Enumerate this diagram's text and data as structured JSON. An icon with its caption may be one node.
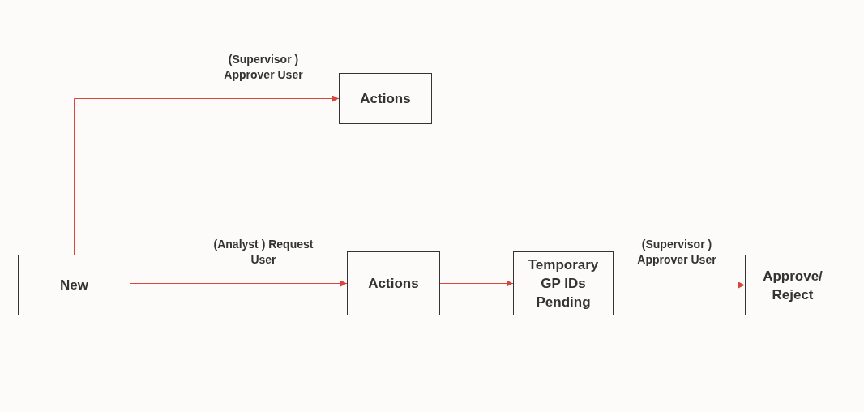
{
  "diagram": {
    "nodes": [
      {
        "text": [
          "Actions"
        ]
      },
      {
        "text": [
          "New"
        ]
      },
      {
        "text": [
          "Actions"
        ]
      },
      {
        "text": [
          "Temporary GP IDs Pending"
        ]
      },
      {
        "text": [
          "Approve/ Reject"
        ]
      }
    ],
    "edges": [
      {
        "from": 1,
        "to": 0,
        "arrow": "to",
        "label": "(Supervisor ) Approver User"
      },
      {
        "from": 1,
        "to": 2,
        "arrow": "to",
        "label": "(Analyst ) Request User"
      },
      {
        "from": 2,
        "to": 3,
        "arrow": "to"
      },
      {
        "from": 3,
        "to": 4,
        "arrow": "to",
        "label": "(Supervisor ) Approver User"
      }
    ]
  }
}
